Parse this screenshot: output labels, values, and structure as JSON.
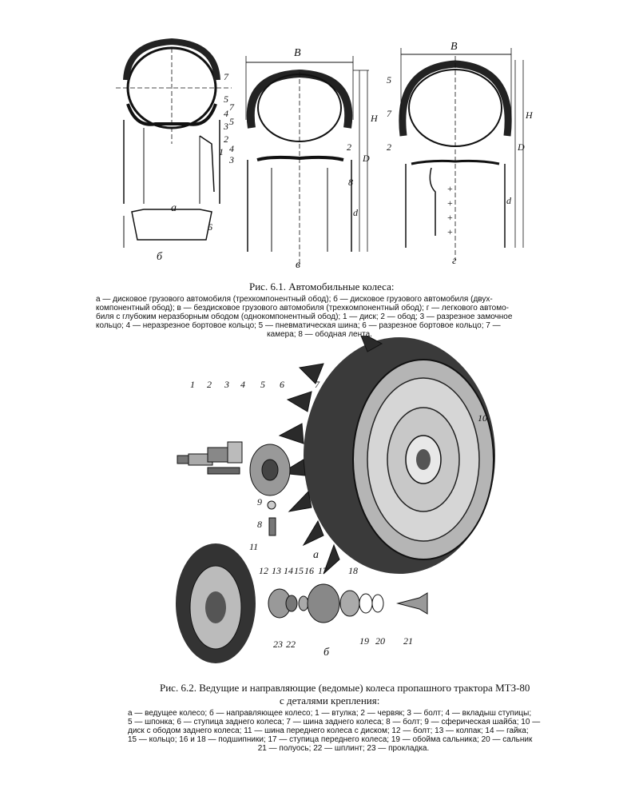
{
  "figure1": {
    "title": "Рис. 6.1. Автомобильные колеса:",
    "caption_lines": [
      "а — дисковое грузового автомобиля (трехкомпонентный обод); б — дисковое грузового автомобиля (двух-",
      "компонентный обод); в — бездисковое грузового автомобиля (трехкомпонентный обод); г — легкового автомо-",
      "биля с глубоким неразборным ободом (однокомпонентный обод); 1 — диск; 2 — обод; 3 — разрезное замочное",
      "кольцо; 4 — неразрезное бортовое кольцо; 5 — пневматическая шина; 6 — разрезное бортовое кольцо; 7 —",
      "камера; 8 — ободная лента."
    ],
    "panel_letters": [
      "а",
      "б",
      "в",
      "г"
    ],
    "dim_labels": [
      "В",
      "В",
      "Н",
      "D",
      "d",
      "Н",
      "D",
      "d"
    ],
    "part_numbers_left": [
      "7",
      "5",
      "4",
      "3",
      "2",
      "1",
      "6"
    ],
    "part_numbers_mid": [
      "7",
      "5",
      "4",
      "3",
      "2",
      "8"
    ],
    "part_numbers_right": [
      "5",
      "7",
      "2"
    ]
  },
  "figure2": {
    "title_line1": "Рис. 6.2. Ведущие и направляющие (ведомые) колеса пропашного трактора МТЗ-80",
    "title_line2": "с деталями крепления:",
    "caption_lines": [
      "а — ведущее колесо; б — направляющее колесо; 1 — втулка; 2 — червяк; 3 — болт; 4 — вкладыш ступицы;",
      "5 — шпонка; 6 — ступица заднего колеса; 7 — шина заднего колеса; 8 — болт; 9 — сферическая шайба; 10 —",
      "диск с ободом заднего колеса; 11 — шина переднего колеса с диском; 12 — болт; 13 — колпак; 14 — гайка;",
      "15 — кольцо; 16 и 18 — подшипники; 17 — ступица переднего колеса; 19 — обойма сальника; 20 — сальник",
      "21 — полуось; 22 — шплинт; 23 — прокладка."
    ],
    "sub_a": "а",
    "sub_b": "б",
    "parts_top": [
      "1",
      "2",
      "3",
      "4",
      "5",
      "6",
      "7",
      "9",
      "8",
      "10"
    ],
    "parts_bottom": [
      "11",
      "12",
      "13",
      "14",
      "15",
      "16",
      "17",
      "18",
      "19",
      "20",
      "21",
      "23",
      "22"
    ]
  }
}
